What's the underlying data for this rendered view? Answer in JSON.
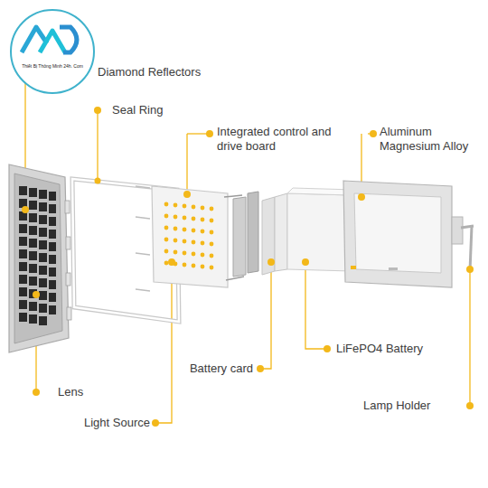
{
  "diagram": {
    "labels": [
      "Thiết Bị Thông Minh 24h. Com",
      "Diamond Reflectors",
      "Seal Ring",
      "Integrated control and drive board",
      "Aluminum Magnesium Alloy",
      "Battery card",
      "LiFePO4 Battery",
      "Lens",
      "Lamp Holder",
      "Light Source"
    ]
  }
}
